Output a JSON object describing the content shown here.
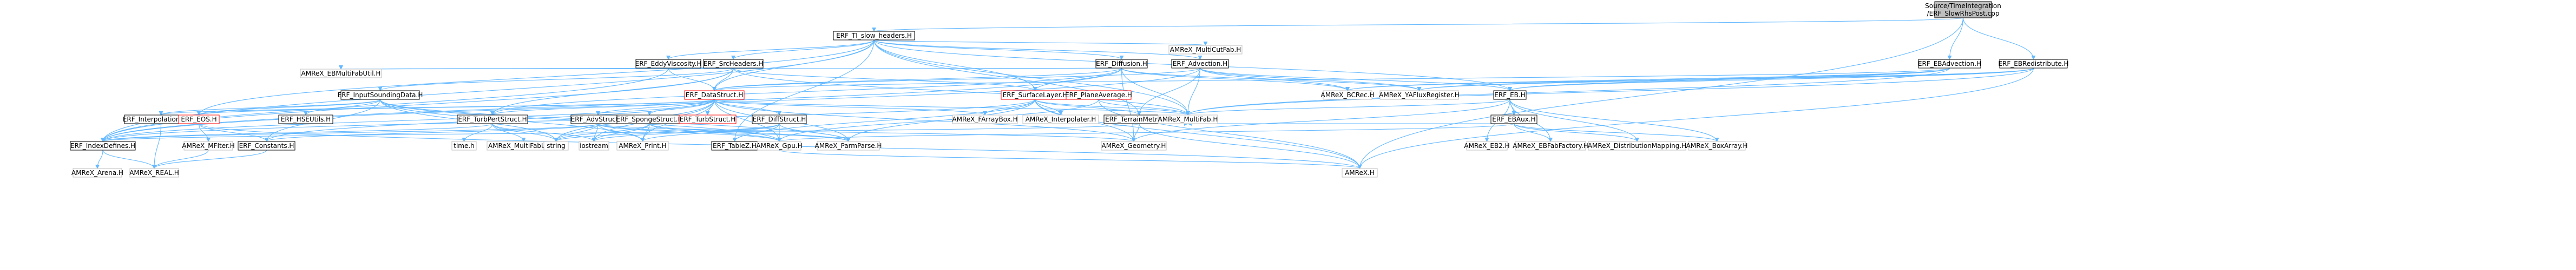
{
  "nodes": [
    {
      "id": "root",
      "lines": [
        "Source/TimeIntegration",
        "/ERF_SlowRhsPost.cpp"
      ],
      "style": "root"
    },
    {
      "id": "tislow",
      "lines": [
        "ERF_TI_slow_headers.H"
      ],
      "style": "normal"
    },
    {
      "id": "ebadv",
      "lines": [
        "ERF_EBAdvection.H"
      ],
      "style": "normal"
    },
    {
      "id": "ebredist",
      "lines": [
        "ERF_EBRedistribute.H"
      ],
      "style": "normal"
    },
    {
      "id": "eddy",
      "lines": [
        "ERF_EddyViscosity.H"
      ],
      "style": "normal"
    },
    {
      "id": "src",
      "lines": [
        "ERF_SrcHeaders.H"
      ],
      "style": "normal"
    },
    {
      "id": "diffusion",
      "lines": [
        "ERF_Diffusion.H"
      ],
      "style": "normal"
    },
    {
      "id": "advection",
      "lines": [
        "ERF_Advection.H"
      ],
      "style": "normal"
    },
    {
      "id": "multicutfab",
      "lines": [
        "AMReX_MultiCutFab.H"
      ],
      "style": "lib"
    },
    {
      "id": "ebmfutil",
      "lines": [
        "AMReX_EBMultiFabUtil.H"
      ],
      "style": "lib"
    },
    {
      "id": "datastruct",
      "lines": [
        "ERF_DataStruct.H"
      ],
      "style": "red"
    },
    {
      "id": "surflayer",
      "lines": [
        "ERF_SurfaceLayer.H"
      ],
      "style": "red"
    },
    {
      "id": "planeavg",
      "lines": [
        "ERF_PlaneAverage.H"
      ],
      "style": "red"
    },
    {
      "id": "bcrec",
      "lines": [
        "AMReX_BCRec.H"
      ],
      "style": "lib"
    },
    {
      "id": "yafr",
      "lines": [
        "AMReX_YAFluxRegister.H"
      ],
      "style": "lib"
    },
    {
      "id": "erfeb",
      "lines": [
        "ERF_EB.H"
      ],
      "style": "normal"
    },
    {
      "id": "inputsnd",
      "lines": [
        "ERF_InputSoundingData.H"
      ],
      "style": "normal"
    },
    {
      "id": "interp1d",
      "lines": [
        "ERF_Interpolation_1D.H"
      ],
      "style": "normal"
    },
    {
      "id": "eos",
      "lines": [
        "ERF_EOS.H"
      ],
      "style": "red"
    },
    {
      "id": "hse",
      "lines": [
        "ERF_HSEUtils.H"
      ],
      "style": "normal"
    },
    {
      "id": "turbpert",
      "lines": [
        "ERF_TurbPertStruct.H"
      ],
      "style": "normal"
    },
    {
      "id": "advstruct",
      "lines": [
        "ERF_AdvStruct.H"
      ],
      "style": "normal"
    },
    {
      "id": "sponge",
      "lines": [
        "ERF_SpongeStruct.H"
      ],
      "style": "normal"
    },
    {
      "id": "turbstruct",
      "lines": [
        "ERF_TurbStruct.H"
      ],
      "style": "red"
    },
    {
      "id": "diffstruct",
      "lines": [
        "ERF_DiffStruct.H"
      ],
      "style": "normal"
    },
    {
      "id": "farraybox",
      "lines": [
        "AMReX_FArrayBox.H"
      ],
      "style": "lib"
    },
    {
      "id": "interpolater",
      "lines": [
        "AMReX_Interpolater.H"
      ],
      "style": "lib"
    },
    {
      "id": "terrain",
      "lines": [
        "ERF_TerrainMetrics.H"
      ],
      "style": "normal"
    },
    {
      "id": "multifab",
      "lines": [
        "AMReX_MultiFab.H"
      ],
      "style": "lib"
    },
    {
      "id": "ebaux",
      "lines": [
        "ERF_EBAux.H"
      ],
      "style": "normal"
    },
    {
      "id": "indexdefines",
      "lines": [
        "ERF_IndexDefines.H"
      ],
      "style": "normal"
    },
    {
      "id": "mfiter",
      "lines": [
        "AMReX_MFIter.H"
      ],
      "style": "lib"
    },
    {
      "id": "constants",
      "lines": [
        "ERF_Constants.H"
      ],
      "style": "normal"
    },
    {
      "id": "timeh",
      "lines": [
        "time.h"
      ],
      "style": "lib"
    },
    {
      "id": "mfutil",
      "lines": [
        "AMReX_MultiFabUtil.H"
      ],
      "style": "lib"
    },
    {
      "id": "string",
      "lines": [
        "string"
      ],
      "style": "lib"
    },
    {
      "id": "iostream",
      "lines": [
        "iostream"
      ],
      "style": "lib"
    },
    {
      "id": "print",
      "lines": [
        "AMReX_Print.H"
      ],
      "style": "lib"
    },
    {
      "id": "tablez",
      "lines": [
        "ERF_TableZ.H"
      ],
      "style": "normal"
    },
    {
      "id": "gpu",
      "lines": [
        "AMReX_Gpu.H"
      ],
      "style": "lib"
    },
    {
      "id": "parmparse",
      "lines": [
        "AMReX_ParmParse.H"
      ],
      "style": "lib"
    },
    {
      "id": "geometry",
      "lines": [
        "AMReX_Geometry.H"
      ],
      "style": "lib"
    },
    {
      "id": "ebz",
      "lines": [
        "AMReX_EB2.H"
      ],
      "style": "lib"
    },
    {
      "id": "ebfabfactory",
      "lines": [
        "AMReX_EBFabFactory.H"
      ],
      "style": "lib"
    },
    {
      "id": "distmap",
      "lines": [
        "AMReX_DistributionMapping.H"
      ],
      "style": "lib"
    },
    {
      "id": "boxarray",
      "lines": [
        "AMReX_BoxArray.H"
      ],
      "style": "lib"
    },
    {
      "id": "arena",
      "lines": [
        "AMReX_Arena.H"
      ],
      "style": "lib"
    },
    {
      "id": "real",
      "lines": [
        "AMReX_REAL.H"
      ],
      "style": "lib"
    },
    {
      "id": "amrex",
      "lines": [
        "AMReX.H"
      ],
      "style": "lib"
    }
  ],
  "edges": [
    [
      "root",
      "tislow"
    ],
    [
      "root",
      "ebadv"
    ],
    [
      "root",
      "ebredist"
    ],
    [
      "root",
      "amrex"
    ],
    [
      "tislow",
      "eddy"
    ],
    [
      "tislow",
      "src"
    ],
    [
      "tislow",
      "diffusion"
    ],
    [
      "tislow",
      "advection"
    ],
    [
      "tislow",
      "multicutfab"
    ],
    [
      "tislow",
      "datastruct"
    ],
    [
      "tislow",
      "indexdefines"
    ],
    [
      "tislow",
      "erfeb"
    ],
    [
      "tislow",
      "multifab"
    ],
    [
      "tislow",
      "surflayer"
    ],
    [
      "tislow",
      "terrain"
    ],
    [
      "tislow",
      "tablez"
    ],
    [
      "tislow",
      "eos"
    ],
    [
      "ebadv",
      "datastruct"
    ],
    [
      "ebadv",
      "bcrec"
    ],
    [
      "ebadv",
      "yafr"
    ],
    [
      "ebadv",
      "erfeb"
    ],
    [
      "ebadv",
      "multifab"
    ],
    [
      "ebredist",
      "erfeb"
    ],
    [
      "ebredist",
      "bcrec"
    ],
    [
      "ebredist",
      "yafr"
    ],
    [
      "ebredist",
      "multifab"
    ],
    [
      "ebredist",
      "amrex"
    ],
    [
      "eddy",
      "datastruct"
    ],
    [
      "eddy",
      "indexdefines"
    ],
    [
      "eddy",
      "ebmfutil"
    ],
    [
      "src",
      "datastruct"
    ],
    [
      "src",
      "inputsnd"
    ],
    [
      "src",
      "turbpert"
    ],
    [
      "src",
      "surflayer"
    ],
    [
      "src",
      "indexdefines"
    ],
    [
      "src",
      "multifab"
    ],
    [
      "src",
      "ebmfutil"
    ],
    [
      "diffusion",
      "datastruct"
    ],
    [
      "diffusion",
      "surflayer"
    ],
    [
      "diffusion",
      "indexdefines"
    ],
    [
      "diffusion",
      "multifab"
    ],
    [
      "diffusion",
      "bcrec"
    ],
    [
      "diffusion",
      "geometry"
    ],
    [
      "diffusion",
      "turbpert"
    ],
    [
      "diffusion",
      "ebmfutil"
    ],
    [
      "diffusion",
      "yafr"
    ],
    [
      "advection",
      "datastruct"
    ],
    [
      "advection",
      "indexdefines"
    ],
    [
      "advection",
      "multifab"
    ],
    [
      "advection",
      "bcrec"
    ],
    [
      "advection",
      "yafr"
    ],
    [
      "advection",
      "terrain"
    ],
    [
      "advection",
      "erfeb"
    ],
    [
      "datastruct",
      "turbpert"
    ],
    [
      "datastruct",
      "advstruct"
    ],
    [
      "datastruct",
      "sponge"
    ],
    [
      "datastruct",
      "turbstruct"
    ],
    [
      "datastruct",
      "diffstruct"
    ],
    [
      "datastruct",
      "interp1d"
    ],
    [
      "datastruct",
      "eos"
    ],
    [
      "datastruct",
      "constants"
    ],
    [
      "datastruct",
      "indexdefines"
    ],
    [
      "datastruct",
      "string"
    ],
    [
      "datastruct",
      "iostream"
    ],
    [
      "datastruct",
      "print"
    ],
    [
      "datastruct",
      "gpu"
    ],
    [
      "datastruct",
      "parmparse"
    ],
    [
      "datastruct",
      "geometry"
    ],
    [
      "datastruct",
      "multifab"
    ],
    [
      "datastruct",
      "farraybox"
    ],
    [
      "surflayer",
      "farraybox"
    ],
    [
      "surflayer",
      "interpolater"
    ],
    [
      "surflayer",
      "multifab"
    ],
    [
      "surflayer",
      "terrain"
    ],
    [
      "surflayer",
      "geometry"
    ],
    [
      "surflayer",
      "parmparse"
    ],
    [
      "surflayer",
      "indexdefines"
    ],
    [
      "surflayer",
      "tablez"
    ],
    [
      "surflayer",
      "amrex"
    ],
    [
      "planeavg",
      "multifab"
    ],
    [
      "planeavg",
      "amrex"
    ],
    [
      "planeavg",
      "gpu"
    ],
    [
      "erfeb",
      "ebaux"
    ],
    [
      "erfeb",
      "ebz"
    ],
    [
      "erfeb",
      "ebfabfactory"
    ],
    [
      "erfeb",
      "geometry"
    ],
    [
      "erfeb",
      "distmap"
    ],
    [
      "erfeb",
      "boxarray"
    ],
    [
      "erfeb",
      "multifab"
    ],
    [
      "inputsnd",
      "interp1d"
    ],
    [
      "inputsnd",
      "hse"
    ],
    [
      "inputsnd",
      "eos"
    ],
    [
      "inputsnd",
      "constants"
    ],
    [
      "inputsnd",
      "string"
    ],
    [
      "inputsnd",
      "print"
    ],
    [
      "inputsnd",
      "parmparse"
    ],
    [
      "inputsnd",
      "gpu"
    ],
    [
      "eos",
      "constants"
    ],
    [
      "eos",
      "mfiter"
    ],
    [
      "eos",
      "amrex"
    ],
    [
      "turbpert",
      "indexdefines"
    ],
    [
      "turbpert",
      "timeh"
    ],
    [
      "turbpert",
      "mfutil"
    ],
    [
      "turbpert",
      "string"
    ],
    [
      "turbpert",
      "iostream"
    ],
    [
      "advstruct",
      "indexdefines"
    ],
    [
      "advstruct",
      "constants"
    ],
    [
      "advstruct",
      "string"
    ],
    [
      "advstruct",
      "iostream"
    ],
    [
      "advstruct",
      "print"
    ],
    [
      "advstruct",
      "gpu"
    ],
    [
      "advstruct",
      "parmparse"
    ],
    [
      "advstruct",
      "geometry"
    ],
    [
      "sponge",
      "string"
    ],
    [
      "sponge",
      "iostream"
    ],
    [
      "sponge",
      "print"
    ],
    [
      "sponge",
      "parmparse"
    ],
    [
      "sponge",
      "gpu"
    ],
    [
      "diffstruct",
      "string"
    ],
    [
      "diffstruct",
      "iostream"
    ],
    [
      "diffstruct",
      "print"
    ],
    [
      "diffstruct",
      "gpu"
    ],
    [
      "diffstruct",
      "parmparse"
    ],
    [
      "diffstruct",
      "tablez"
    ],
    [
      "terrain",
      "multifab"
    ],
    [
      "terrain",
      "geometry"
    ],
    [
      "terrain",
      "indexdefines"
    ],
    [
      "terrain",
      "amrex"
    ],
    [
      "ebaux",
      "multifab"
    ],
    [
      "ebaux",
      "ebfabfactory"
    ],
    [
      "ebaux",
      "distmap"
    ],
    [
      "ebaux",
      "boxarray"
    ],
    [
      "ebaux",
      "gpu"
    ],
    [
      "indexdefines",
      "arena"
    ],
    [
      "indexdefines",
      "real"
    ],
    [
      "constants",
      "real"
    ],
    [
      "interp1d",
      "real"
    ],
    [
      "mfiter",
      "real"
    ],
    [
      "gpu",
      "amrex"
    ]
  ]
}
